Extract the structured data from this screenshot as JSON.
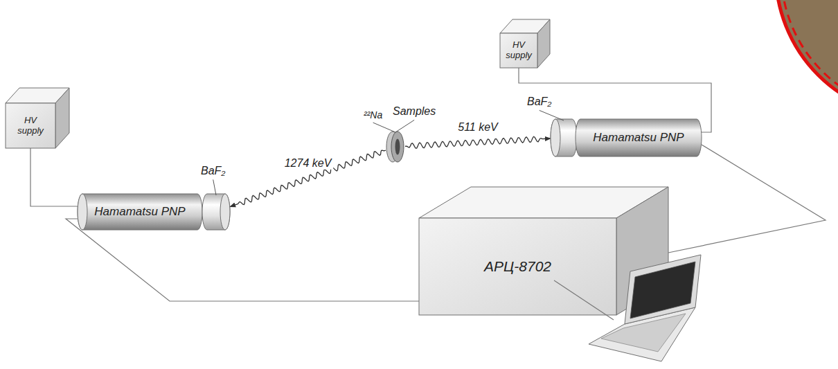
{
  "diagram": {
    "nodes": [
      {
        "text": [
          "HV supply"
        ]
      },
      {
        "text": [
          "HV supply"
        ]
      },
      {
        "text": [
          "Hamamatsu PNP"
        ]
      },
      {
        "text": [
          "BaF₂"
        ]
      },
      {
        "text": [
          "²²Na",
          "Samples"
        ]
      },
      {
        "text": [
          "BaF₂"
        ]
      },
      {
        "text": [
          "Hamamatsu PNP"
        ]
      },
      {
        "text": [
          "APЦ-8702"
        ]
      }
    ],
    "edges": [
      {
        "from": 4,
        "to": 3,
        "label": "1274 keV",
        "arrow": "to"
      },
      {
        "from": 4,
        "to": 5,
        "label": "511 keV",
        "arrow": "to"
      },
      {
        "from": 0,
        "to": 2,
        "arrow": "none"
      },
      {
        "from": 1,
        "to": 6,
        "arrow": "none"
      },
      {
        "from": 2,
        "to": 7,
        "arrow": "none"
      },
      {
        "from": 6,
        "to": 7,
        "arrow": "none"
      }
    ]
  }
}
